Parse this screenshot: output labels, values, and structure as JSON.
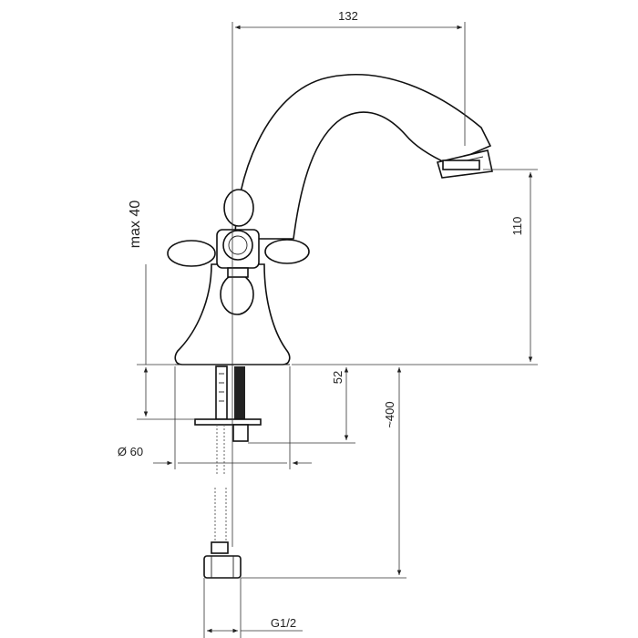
{
  "dimensions": {
    "spout_reach": "132",
    "spout_height": "110",
    "max_deck_thickness": "max 40",
    "shank_length": "52",
    "hose_length": "~400",
    "base_diameter": "Ø 60",
    "connection_thread": "G1/2"
  }
}
